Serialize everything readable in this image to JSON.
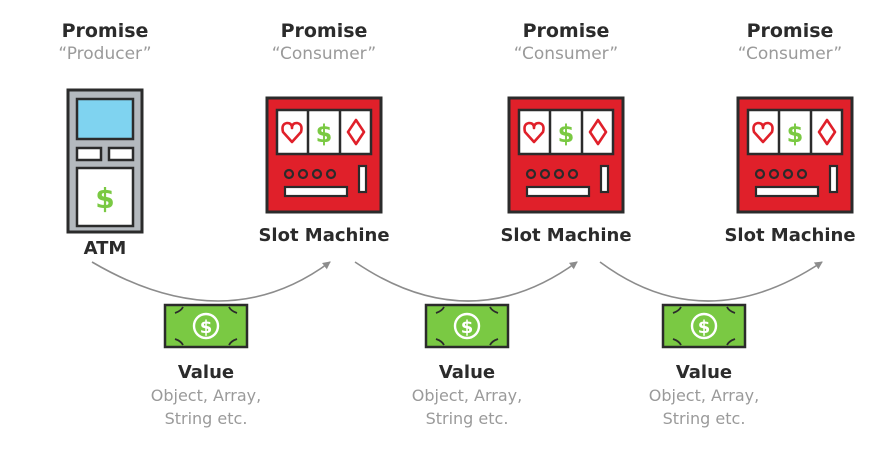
{
  "nodes": [
    {
      "title": "Promise",
      "role": "“Producer”",
      "label": "ATM",
      "icon": "atm-icon"
    },
    {
      "title": "Promise",
      "role": "“Consumer”",
      "label": "Slot Machine",
      "icon": "slot-machine-icon"
    },
    {
      "title": "Promise",
      "role": "“Consumer”",
      "label": "Slot Machine",
      "icon": "slot-machine-icon"
    },
    {
      "title": "Promise",
      "role": "“Consumer”",
      "label": "Slot Machine",
      "icon": "slot-machine-icon"
    }
  ],
  "values": [
    {
      "title": "Value",
      "desc": "Object, Array,\nString etc.",
      "icon": "dollar-bill-icon"
    },
    {
      "title": "Value",
      "desc": "Object, Array,\nString etc.",
      "icon": "dollar-bill-icon"
    },
    {
      "title": "Value",
      "desc": "Object, Array,\nString etc.",
      "icon": "dollar-bill-icon"
    }
  ],
  "colors": {
    "slot_red": "#e0202a",
    "dark_outline": "#2b2b2b",
    "money_green": "#7ac943",
    "screen_blue": "#7fd3f0",
    "atm_gray": "#b4b9be",
    "arrow_gray": "#8c8c8c"
  }
}
